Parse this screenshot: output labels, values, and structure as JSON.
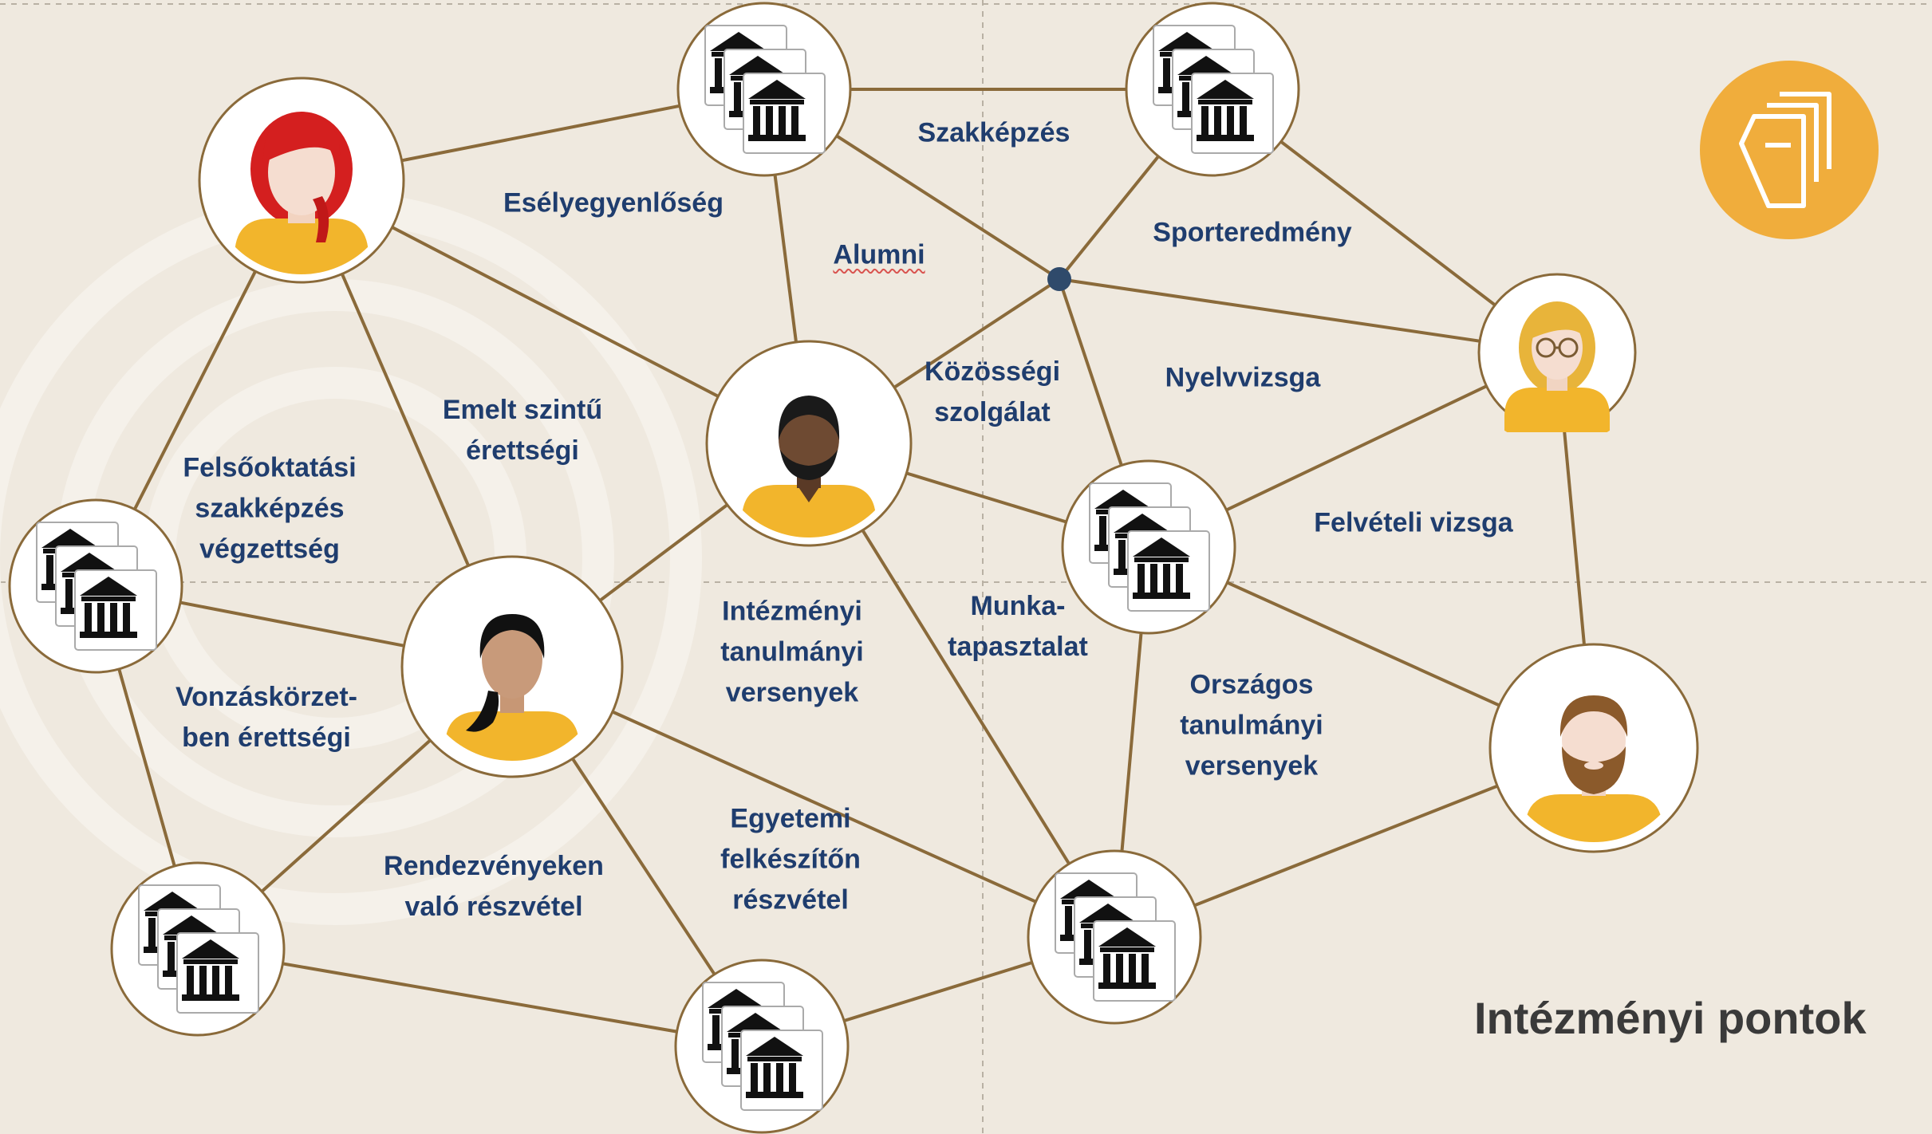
{
  "diagram": {
    "title": "Intézményi pontok",
    "colors": {
      "background": "#efe9df",
      "link": "#8a6a3a",
      "label": "#1f3d6e",
      "node_fill": "#ffffff",
      "node_border": "#8a6a3a",
      "icon_badge": "#f0ad3c",
      "hub": "#2f4a6b"
    },
    "labels": {
      "eselyegyenloseg": "Esélyegyenlőség",
      "szakkepzes": "Szakképzés",
      "alumni": "Alumni",
      "sporteredmeny": "Sporteredmény",
      "kozossegi": "Közösségi\nszolgálat",
      "nyelvvizsga": "Nyelvvizsga",
      "emelt": "Emelt szintű\nérettségi",
      "felsooktatasi": "Felsőoktatási\nszakképzés\nvégzettség",
      "felveteli": "Felvételi vizsga",
      "intezmenyi_versenyek": "Intézményi\ntanulmányi\nversenyek",
      "munkatapasztalat": "Munka-\ntapasztalat",
      "orszagos": "Országos\ntanulmányi\nversenyek",
      "vonzaskorzet": "Vonzáskörzet-\nben érettségi",
      "rendezvenyek": "Rendezvényeken\nvaló részvétel",
      "egyetemi": "Egyetemi\nfelkészítőn\nrészvétel"
    },
    "nodes": [
      {
        "id": "person-red-hair",
        "kind": "person",
        "icon": "woman-red-hair-avatar-icon"
      },
      {
        "id": "person-dark-beard",
        "kind": "person",
        "icon": "man-dark-skin-avatar-icon"
      },
      {
        "id": "person-ponytail",
        "kind": "person",
        "icon": "woman-ponytail-avatar-icon"
      },
      {
        "id": "person-glasses",
        "kind": "person",
        "icon": "woman-glasses-avatar-icon"
      },
      {
        "id": "person-beard",
        "kind": "person",
        "icon": "man-beard-avatar-icon"
      },
      {
        "id": "inst-top-1",
        "kind": "institution",
        "icon": "institution-buildings-icon"
      },
      {
        "id": "inst-top-2",
        "kind": "institution",
        "icon": "institution-buildings-icon"
      },
      {
        "id": "inst-left",
        "kind": "institution",
        "icon": "institution-buildings-icon"
      },
      {
        "id": "inst-center",
        "kind": "institution",
        "icon": "institution-buildings-icon"
      },
      {
        "id": "inst-bottom-left",
        "kind": "institution",
        "icon": "institution-buildings-icon"
      },
      {
        "id": "inst-bottom-center",
        "kind": "institution",
        "icon": "institution-buildings-icon"
      },
      {
        "id": "inst-bottom-right",
        "kind": "institution",
        "icon": "institution-buildings-icon"
      },
      {
        "id": "hub",
        "kind": "junction",
        "icon": "hub-dot-icon"
      }
    ],
    "links": [
      [
        "person-red-hair",
        "inst-top-1"
      ],
      [
        "inst-top-1",
        "inst-top-2"
      ],
      [
        "person-red-hair",
        "person-dark-beard"
      ],
      [
        "person-red-hair",
        "inst-left"
      ],
      [
        "person-red-hair",
        "person-ponytail"
      ],
      [
        "inst-top-1",
        "person-dark-beard"
      ],
      [
        "inst-top-1",
        "hub"
      ],
      [
        "inst-top-2",
        "hub"
      ],
      [
        "inst-top-2",
        "person-glasses"
      ],
      [
        "hub",
        "person-glasses"
      ],
      [
        "hub",
        "person-dark-beard"
      ],
      [
        "hub",
        "inst-center"
      ],
      [
        "person-dark-beard",
        "inst-center"
      ],
      [
        "person-dark-beard",
        "person-ponytail"
      ],
      [
        "person-dark-beard",
        "inst-bottom-right"
      ],
      [
        "inst-center",
        "person-glasses"
      ],
      [
        "inst-center",
        "person-beard"
      ],
      [
        "inst-center",
        "inst-bottom-right"
      ],
      [
        "person-glasses",
        "person-beard"
      ],
      [
        "inst-left",
        "person-ponytail"
      ],
      [
        "inst-left",
        "inst-bottom-left"
      ],
      [
        "person-ponytail",
        "inst-bottom-left"
      ],
      [
        "person-ponytail",
        "inst-bottom-center"
      ],
      [
        "person-ponytail",
        "inst-bottom-right"
      ],
      [
        "inst-bottom-left",
        "inst-bottom-center"
      ],
      [
        "inst-bottom-center",
        "inst-bottom-right"
      ],
      [
        "inst-bottom-right",
        "person-beard"
      ]
    ],
    "badge_icon": "documents-icon"
  }
}
